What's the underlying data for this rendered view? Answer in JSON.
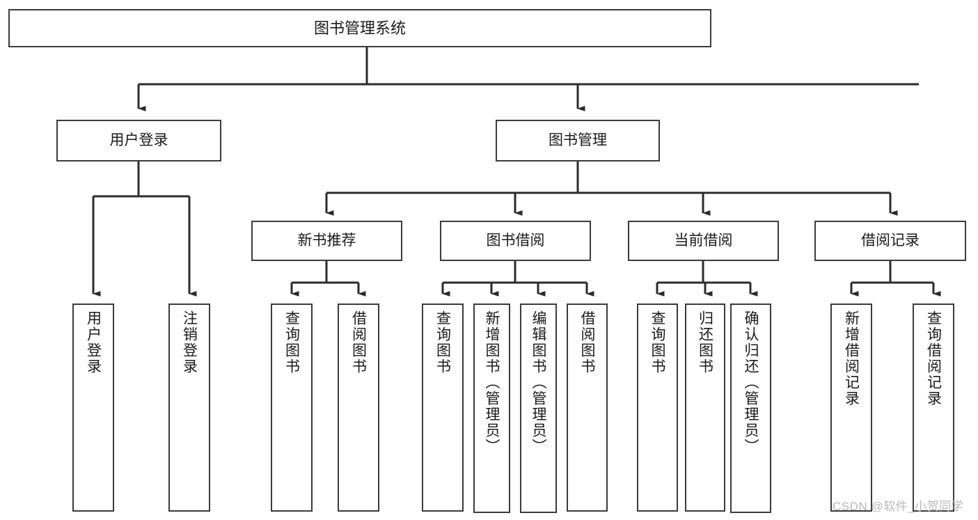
{
  "diagram": {
    "type": "tree",
    "title": "图书管理系统",
    "orientation": "top-down",
    "root": {
      "id": "root",
      "label": "图书管理系统",
      "text_direction": "horizontal"
    },
    "level1": [
      {
        "id": "user-login",
        "label": "用户登录",
        "text_direction": "horizontal"
      },
      {
        "id": "book-management",
        "label": "图书管理",
        "text_direction": "horizontal"
      }
    ],
    "level2": [
      {
        "id": "new-book-recommend",
        "label": "新书推荐",
        "parent": "book-management",
        "text_direction": "horizontal"
      },
      {
        "id": "book-borrow",
        "label": "图书借阅",
        "parent": "book-management",
        "text_direction": "horizontal"
      },
      {
        "id": "current-borrow",
        "label": "当前借阅",
        "parent": "book-management",
        "text_direction": "horizontal"
      },
      {
        "id": "borrow-record",
        "label": "借阅记录",
        "parent": "book-management",
        "text_direction": "horizontal"
      }
    ],
    "leaves": [
      {
        "id": "leaf-user-login",
        "label": "用户登录",
        "parent": "user-login",
        "text_direction": "vertical"
      },
      {
        "id": "leaf-logout-login",
        "label": "注销登录",
        "parent": "user-login",
        "text_direction": "vertical"
      },
      {
        "id": "leaf-query-book-1",
        "label": "查询图书",
        "parent": "new-book-recommend",
        "text_direction": "vertical"
      },
      {
        "id": "leaf-borrow-book-1",
        "label": "借阅图书",
        "parent": "new-book-recommend",
        "text_direction": "vertical"
      },
      {
        "id": "leaf-query-book-2",
        "label": "查询图书",
        "parent": "book-borrow",
        "text_direction": "vertical"
      },
      {
        "id": "leaf-add-book",
        "label": "新增图书（管理员）",
        "parent": "book-borrow",
        "text_direction": "vertical"
      },
      {
        "id": "leaf-edit-book",
        "label": "编辑图书（管理员）",
        "parent": "book-borrow",
        "text_direction": "vertical"
      },
      {
        "id": "leaf-borrow-book-2",
        "label": "借阅图书",
        "parent": "book-borrow",
        "text_direction": "vertical"
      },
      {
        "id": "leaf-query-book-3",
        "label": "查询图书",
        "parent": "current-borrow",
        "text_direction": "vertical"
      },
      {
        "id": "leaf-return-book",
        "label": "归还图书",
        "parent": "current-borrow",
        "text_direction": "vertical"
      },
      {
        "id": "leaf-confirm-return",
        "label": "确认归还（管理员）",
        "parent": "current-borrow",
        "text_direction": "vertical"
      },
      {
        "id": "leaf-add-borrow-record",
        "label": "新增借阅记录",
        "parent": "borrow-record",
        "text_direction": "vertical"
      },
      {
        "id": "leaf-query-borrow-record",
        "label": "查询借阅记录",
        "parent": "borrow-record",
        "text_direction": "vertical"
      }
    ],
    "colors": {
      "box_border": "#3b3b3b",
      "box_fill": "#ffffff",
      "connector": "#2b2b2b",
      "text": "#1a1a1a",
      "watermark": "#b9b9b9",
      "background": "#ffffff"
    }
  },
  "watermark": {
    "text": "CSDN @软件_小贺同学"
  }
}
